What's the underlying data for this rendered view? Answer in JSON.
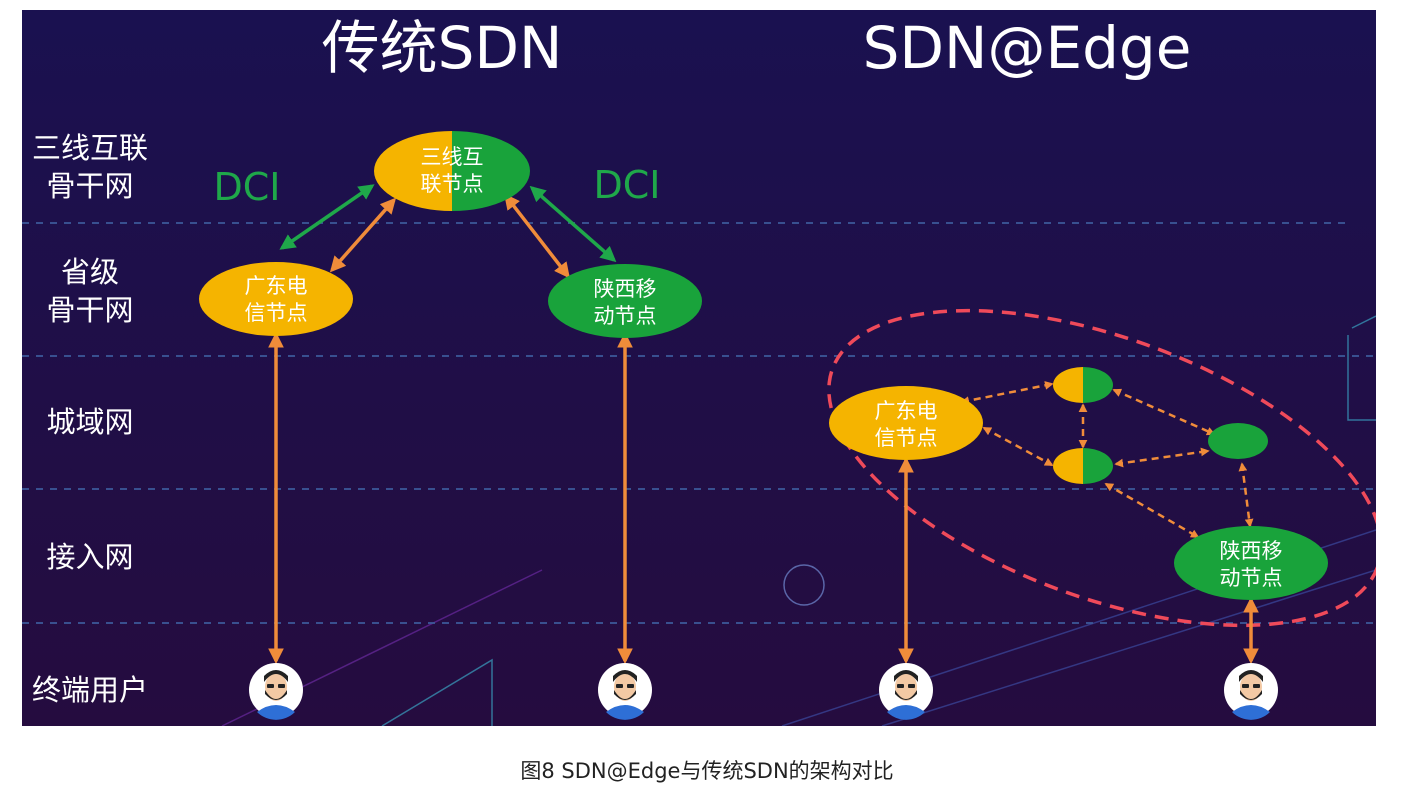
{
  "titles": {
    "left": "传统SDN",
    "right": "SDN@Edge"
  },
  "layers": [
    {
      "line1": "三线互联",
      "line2": "骨干网"
    },
    {
      "line1": "省级",
      "line2": "骨干网"
    },
    {
      "line1": "城域网",
      "line2": ""
    },
    {
      "line1": "接入网",
      "line2": ""
    },
    {
      "line1": "终端用户",
      "line2": ""
    }
  ],
  "dci_label": "DCI",
  "nodes": {
    "center": {
      "line1": "三线互",
      "line2": "联节点"
    },
    "gd": {
      "line1": "广东电",
      "line2": "信节点"
    },
    "sx": {
      "line1": "陕西移",
      "line2": "动节点"
    }
  },
  "colors": {
    "bg_top": "#1a1150",
    "bg_bottom": "#250c3f",
    "telecom": "#f5b400",
    "mobile": "#19a33b",
    "orange_arrow": "#f08c3a",
    "green_arrow": "#1fa84a",
    "dashed_ellipse": "#ef4a5a",
    "dci": "#1fa84a"
  },
  "icons": {
    "user": "user-avatar-icon"
  },
  "caption": "图8 SDN@Edge与传统SDN的架构对比"
}
